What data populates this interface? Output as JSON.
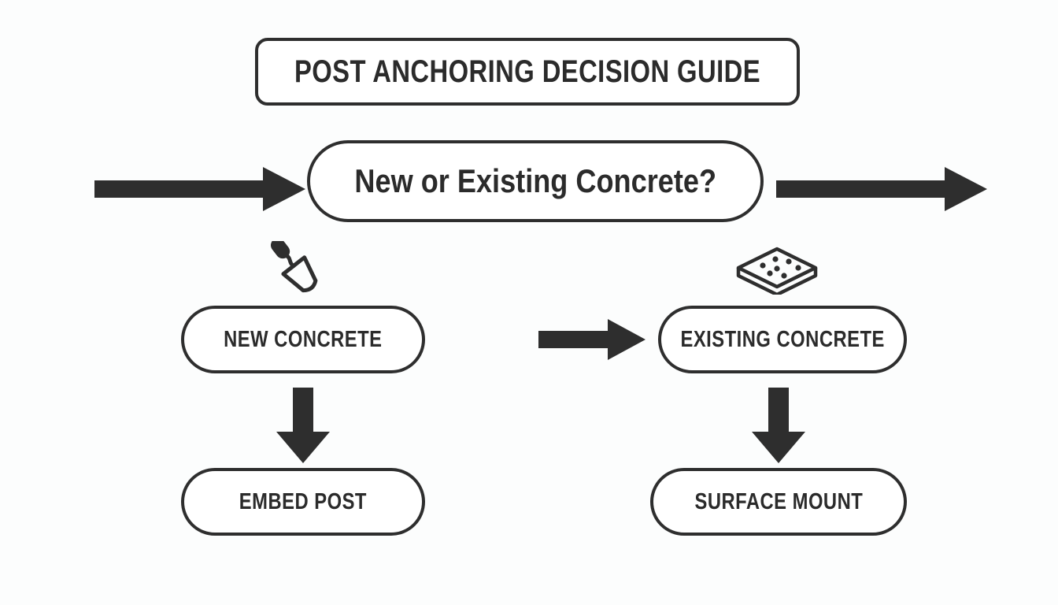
{
  "diagram": {
    "title": "POST ANCHORING DECISION GUIDE",
    "background_color": "#fcfdfd",
    "stroke_color": "#2e2e2e",
    "text_color": "#2b2b2b",
    "nodes": [
      {
        "id": "decision",
        "label": "New or Existing Concrete?",
        "shape": "pill"
      },
      {
        "id": "new_concrete",
        "label": "NEW CONCRETE",
        "shape": "pill"
      },
      {
        "id": "existing_concrete",
        "label": "EXISTING CONCRETE",
        "shape": "pill"
      },
      {
        "id": "embed_post",
        "label": "EMBED POST",
        "shape": "pill"
      },
      {
        "id": "surface_mount",
        "label": "SURFACE MOUNT",
        "shape": "pill"
      }
    ],
    "icons": [
      {
        "id": "trowel",
        "name": "trowel-icon",
        "above": "new_concrete"
      },
      {
        "id": "slab",
        "name": "concrete-slab-icon",
        "above": "existing_concrete"
      }
    ],
    "arrows": [
      {
        "id": "entry",
        "direction": "right",
        "from": "",
        "to": "decision"
      },
      {
        "id": "exit",
        "direction": "right",
        "from": "decision",
        "to": ""
      },
      {
        "id": "to_existing",
        "direction": "right",
        "from": "",
        "to": "existing_concrete"
      },
      {
        "id": "new_to_embed",
        "direction": "down",
        "from": "new_concrete",
        "to": "embed_post"
      },
      {
        "id": "existing_to_surface",
        "direction": "down",
        "from": "existing_concrete",
        "to": "surface_mount"
      }
    ]
  }
}
